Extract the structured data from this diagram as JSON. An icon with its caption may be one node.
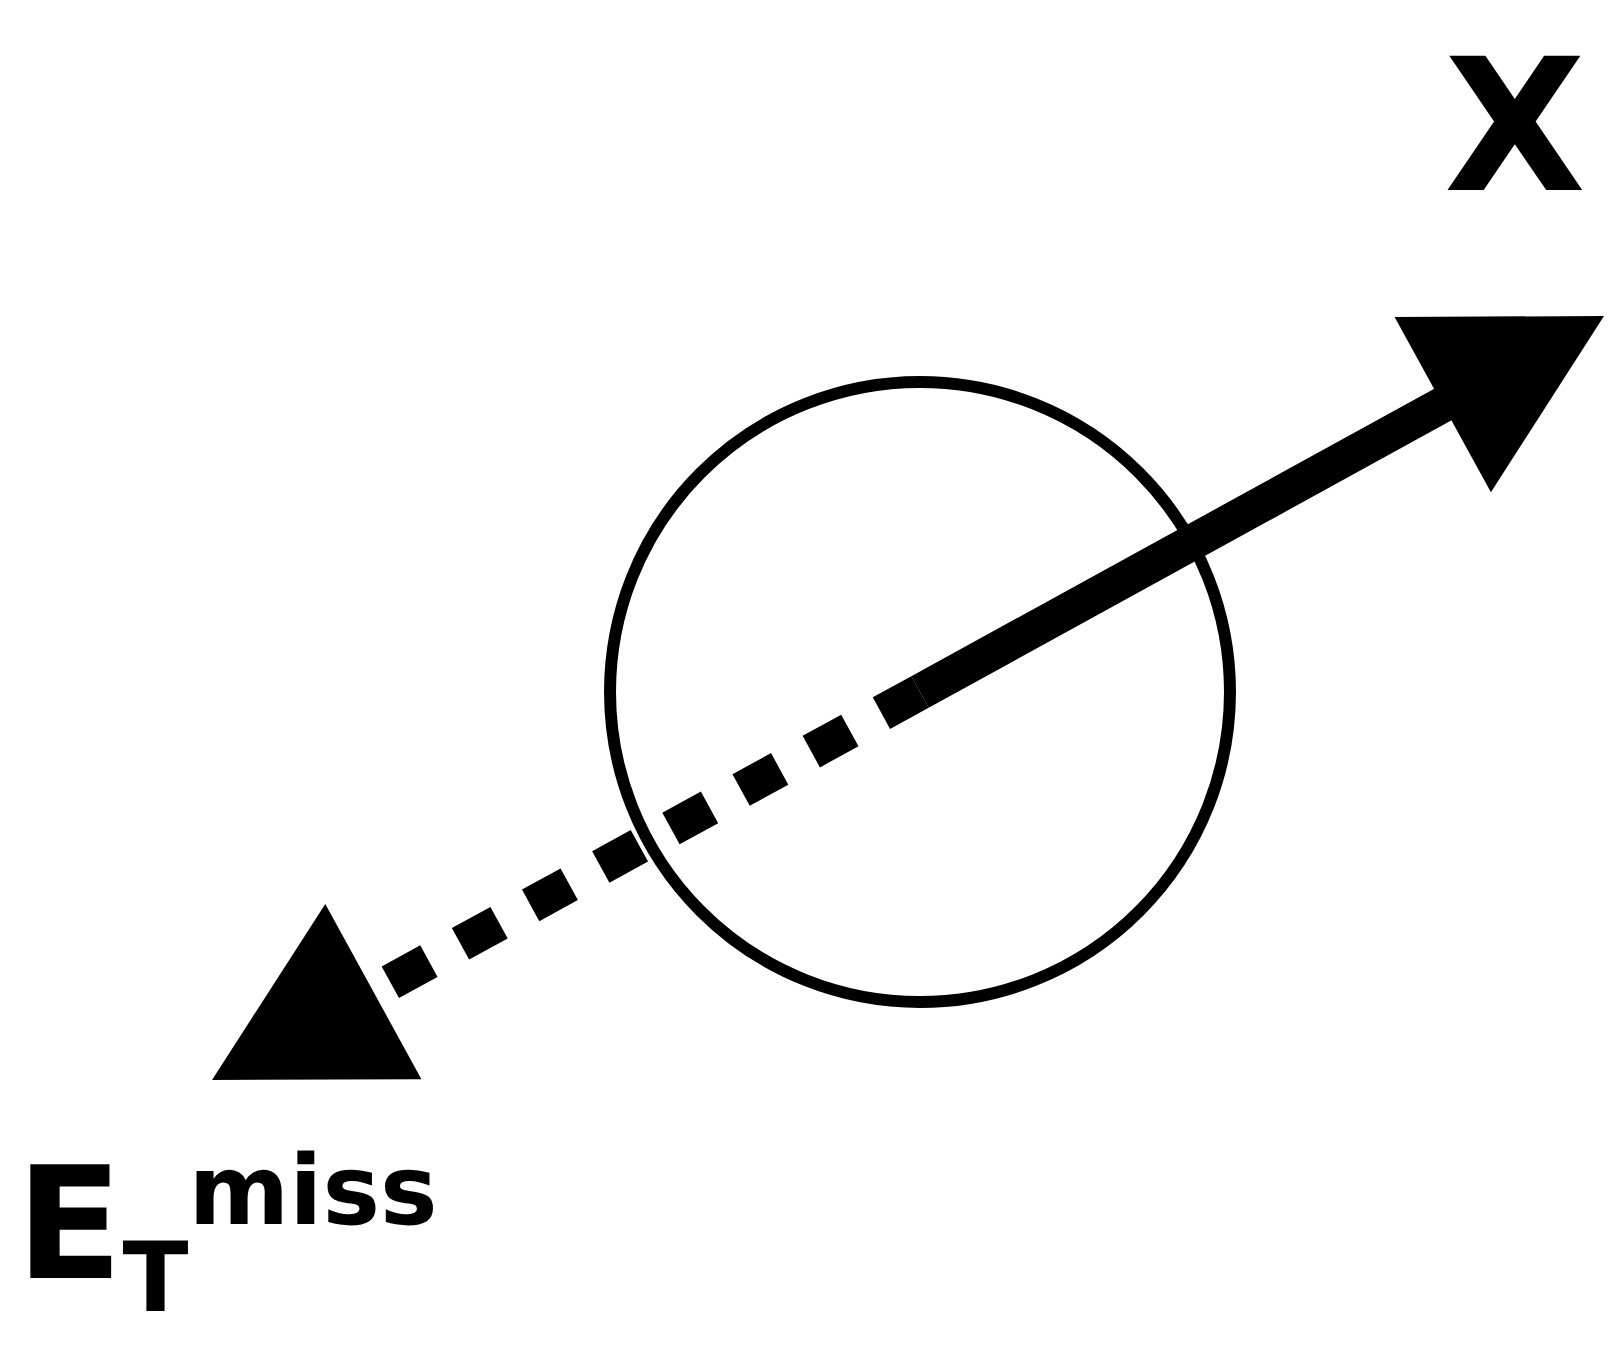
{
  "diagram": {
    "nodes": [
      {
        "text": [],
        "shape": "circle"
      },
      {
        "text": [
          "X"
        ]
      },
      {
        "text": [
          "E$_{T}$$^{miss}$"
        ]
      }
    ],
    "edges": [
      {
        "from": 0,
        "to": 1,
        "arrow": "to"
      },
      {
        "from": 0,
        "to": 2,
        "arrow": "to",
        "style": "dashed"
      }
    ]
  }
}
